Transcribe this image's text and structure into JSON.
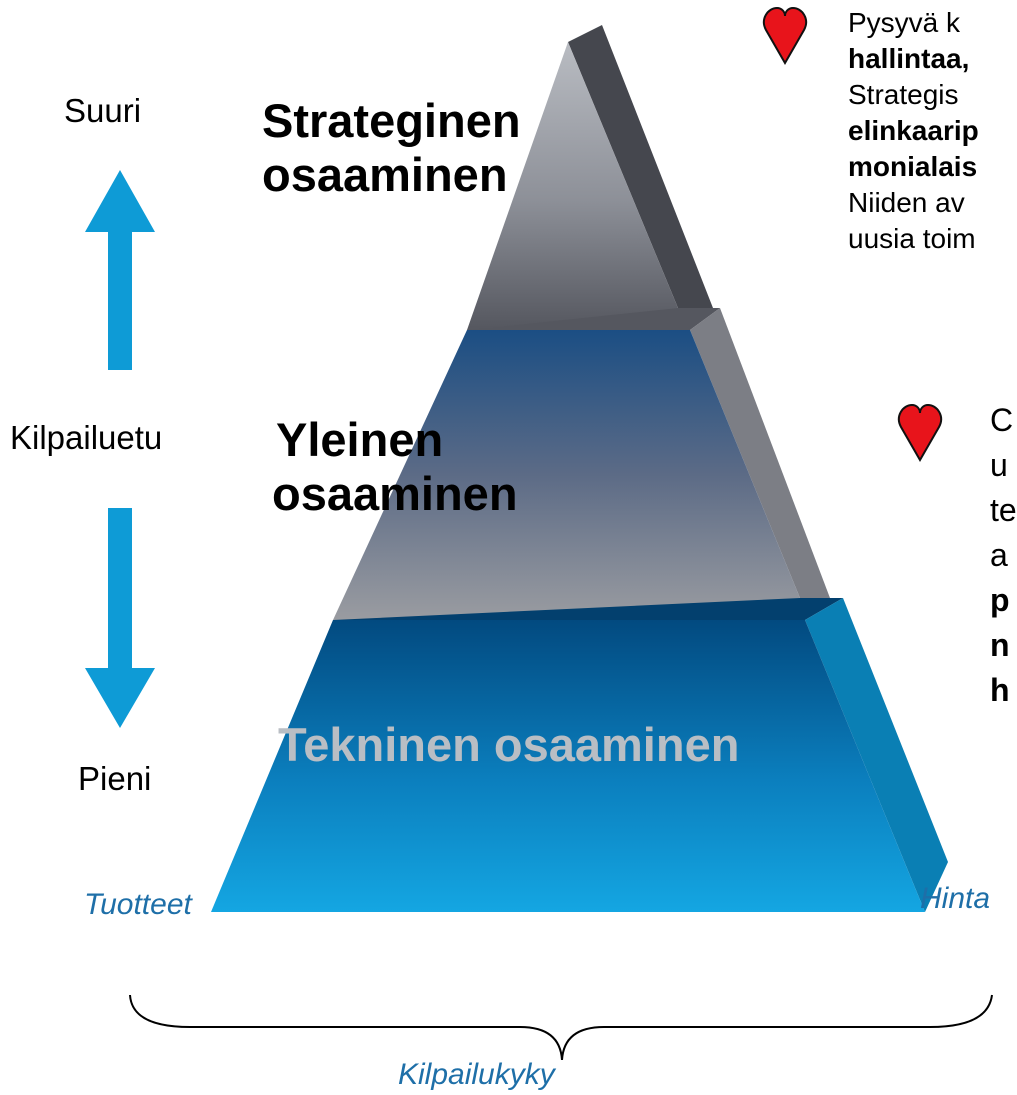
{
  "axis": {
    "top": "Suuri",
    "middle": "Kilpailuetu",
    "bottom": "Pieni"
  },
  "tiers": {
    "strategic": [
      "Strateginen",
      "osaaminen"
    ],
    "general": [
      "Yleinen",
      "osaaminen"
    ],
    "technical": "Tekninen osaaminen"
  },
  "bottom": {
    "left": "Tuotteet",
    "right": "Hinta",
    "brace_label": "Kilpailukyky"
  },
  "side_text_1": {
    "icon": "heart-icon",
    "lines": [
      {
        "text": "Pysyvä k",
        "bold": false
      },
      {
        "text": "hallintaa,",
        "bold": true
      },
      {
        "text": "Strategis",
        "bold": false
      },
      {
        "text": "elinkaarip",
        "bold": true
      },
      {
        "text": "monialais",
        "bold": true
      },
      {
        "text": "Niiden av",
        "bold": false
      },
      {
        "text": "uusia toim",
        "bold": false
      }
    ]
  },
  "side_text_2": {
    "icon": "heart-icon",
    "lines": [
      {
        "text": "C",
        "bold": false
      },
      {
        "text": "u",
        "bold": false
      },
      {
        "text": "te",
        "bold": false
      },
      {
        "text": "a",
        "bold": false
      },
      {
        "text": "p",
        "bold": true
      },
      {
        "text": "n",
        "bold": true
      },
      {
        "text": "h",
        "bold": true
      }
    ]
  },
  "colors": {
    "arrow": "#0e9bd6",
    "heart": "#e8141b",
    "caption": "#1e6fa8"
  }
}
